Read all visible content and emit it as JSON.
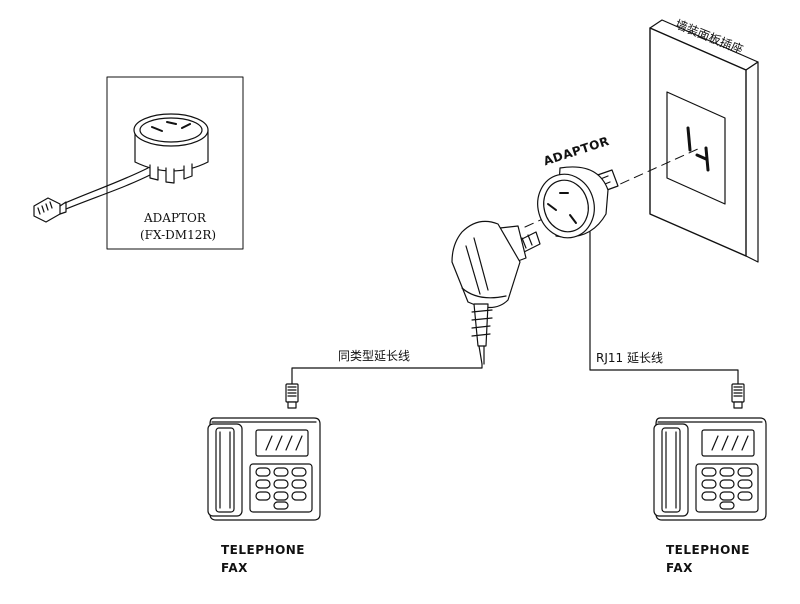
{
  "inset": {
    "title": "ADAPTOR",
    "model": "(FX-DM12R)"
  },
  "adaptor_label": "ADAPTOR",
  "wall_label": "墙装面板插座",
  "cable_left_label": "同类型延长线",
  "cable_right_label": "RJ11 延长线",
  "phone_left": {
    "line1": "TELEPHONE",
    "line2": "FAX"
  },
  "phone_right": {
    "line1": "TELEPHONE",
    "line2": "FAX"
  },
  "icons": [
    "adaptor-module-icon",
    "rj11-plug-icon",
    "wall-socket-icon",
    "adaptor-plug-icon",
    "phone-plug-icon",
    "telephone-icon"
  ]
}
